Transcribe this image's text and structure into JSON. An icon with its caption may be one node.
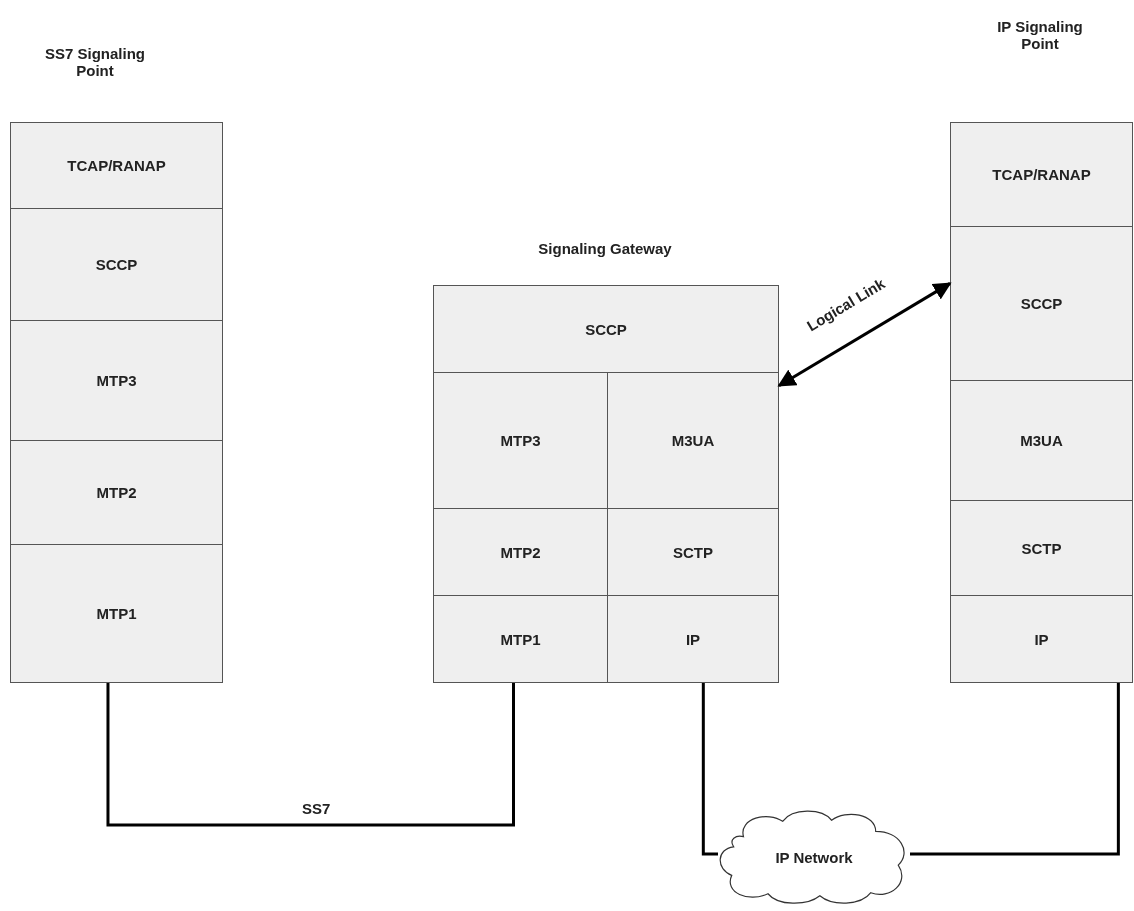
{
  "diagram": {
    "nodes": [
      {
        "text": [
          "SS7 Signaling Point"
        ]
      },
      {
        "text": [
          "TCAP/RANAP"
        ],
        "in": 0
      },
      {
        "text": [
          "SCCP"
        ],
        "in": 0
      },
      {
        "text": [
          "MTP3"
        ],
        "in": 0
      },
      {
        "text": [
          "MTP2"
        ],
        "in": 0
      },
      {
        "text": [
          "MTP1"
        ],
        "in": 0
      },
      {
        "text": [
          "Signaling Gateway"
        ]
      },
      {
        "text": [
          "SCCP"
        ],
        "in": 6
      },
      {
        "text": [
          "MTP3"
        ],
        "in": 6
      },
      {
        "text": [
          "M3UA"
        ],
        "in": 6
      },
      {
        "text": [
          "MTP2"
        ],
        "in": 6
      },
      {
        "text": [
          "SCTP"
        ],
        "in": 6
      },
      {
        "text": [
          "MTP1"
        ],
        "in": 6
      },
      {
        "text": [
          "IP"
        ],
        "in": 6
      },
      {
        "text": [
          "IP Signaling Point"
        ]
      },
      {
        "text": [
          "TCAP/RANAP"
        ],
        "in": 14
      },
      {
        "text": [
          "SCCP"
        ],
        "in": 14
      },
      {
        "text": [
          "M3UA"
        ],
        "in": 14
      },
      {
        "text": [
          "SCTP"
        ],
        "in": 14
      },
      {
        "text": [
          "IP"
        ],
        "in": 14
      },
      {
        "text": [
          "IP Network"
        ]
      }
    ],
    "edges": [
      {
        "from": 5,
        "to": 12,
        "arrow": "none",
        "label": "SS7"
      },
      {
        "from": 13,
        "to": 20,
        "arrow": "none"
      },
      {
        "from": 20,
        "to": 19,
        "arrow": "none"
      },
      {
        "from": 9,
        "to": 16,
        "arrow": "both",
        "label": "Logical Link"
      }
    ]
  }
}
